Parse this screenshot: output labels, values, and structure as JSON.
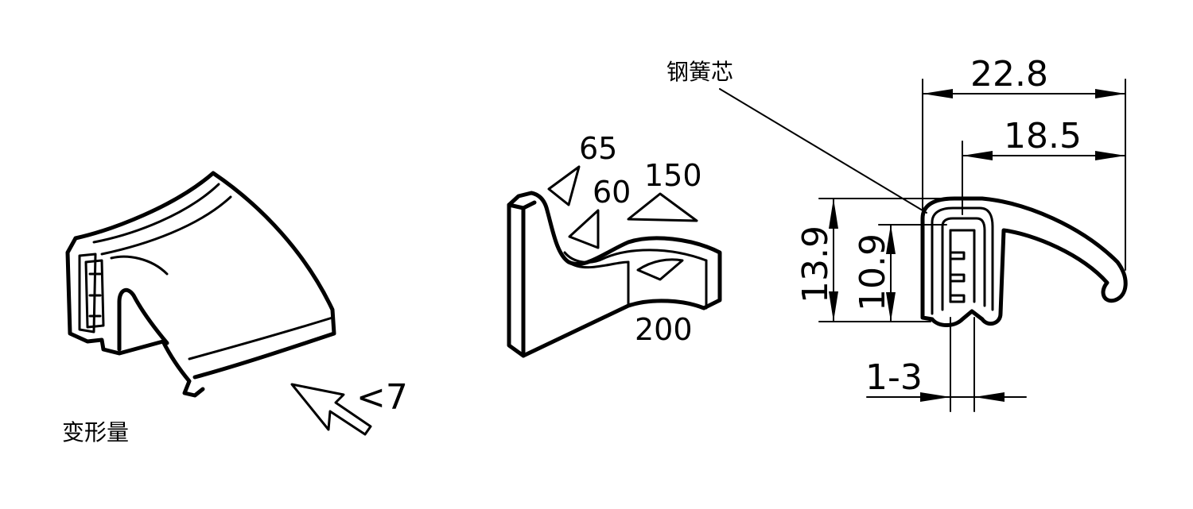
{
  "labels": {
    "deformation": "变形量",
    "deformation_value": "<7",
    "steel_core": "钢簧芯"
  },
  "angles": {
    "a65": "65",
    "a60": "60",
    "a150": "150",
    "a200": "200"
  },
  "dimensions": {
    "width_total": "22.8",
    "width_lip": "18.5",
    "height_total": "13.9",
    "height_inner": "10.9",
    "grip_range": "1-3"
  },
  "colors": {
    "line": "#000000",
    "background": "#ffffff"
  }
}
